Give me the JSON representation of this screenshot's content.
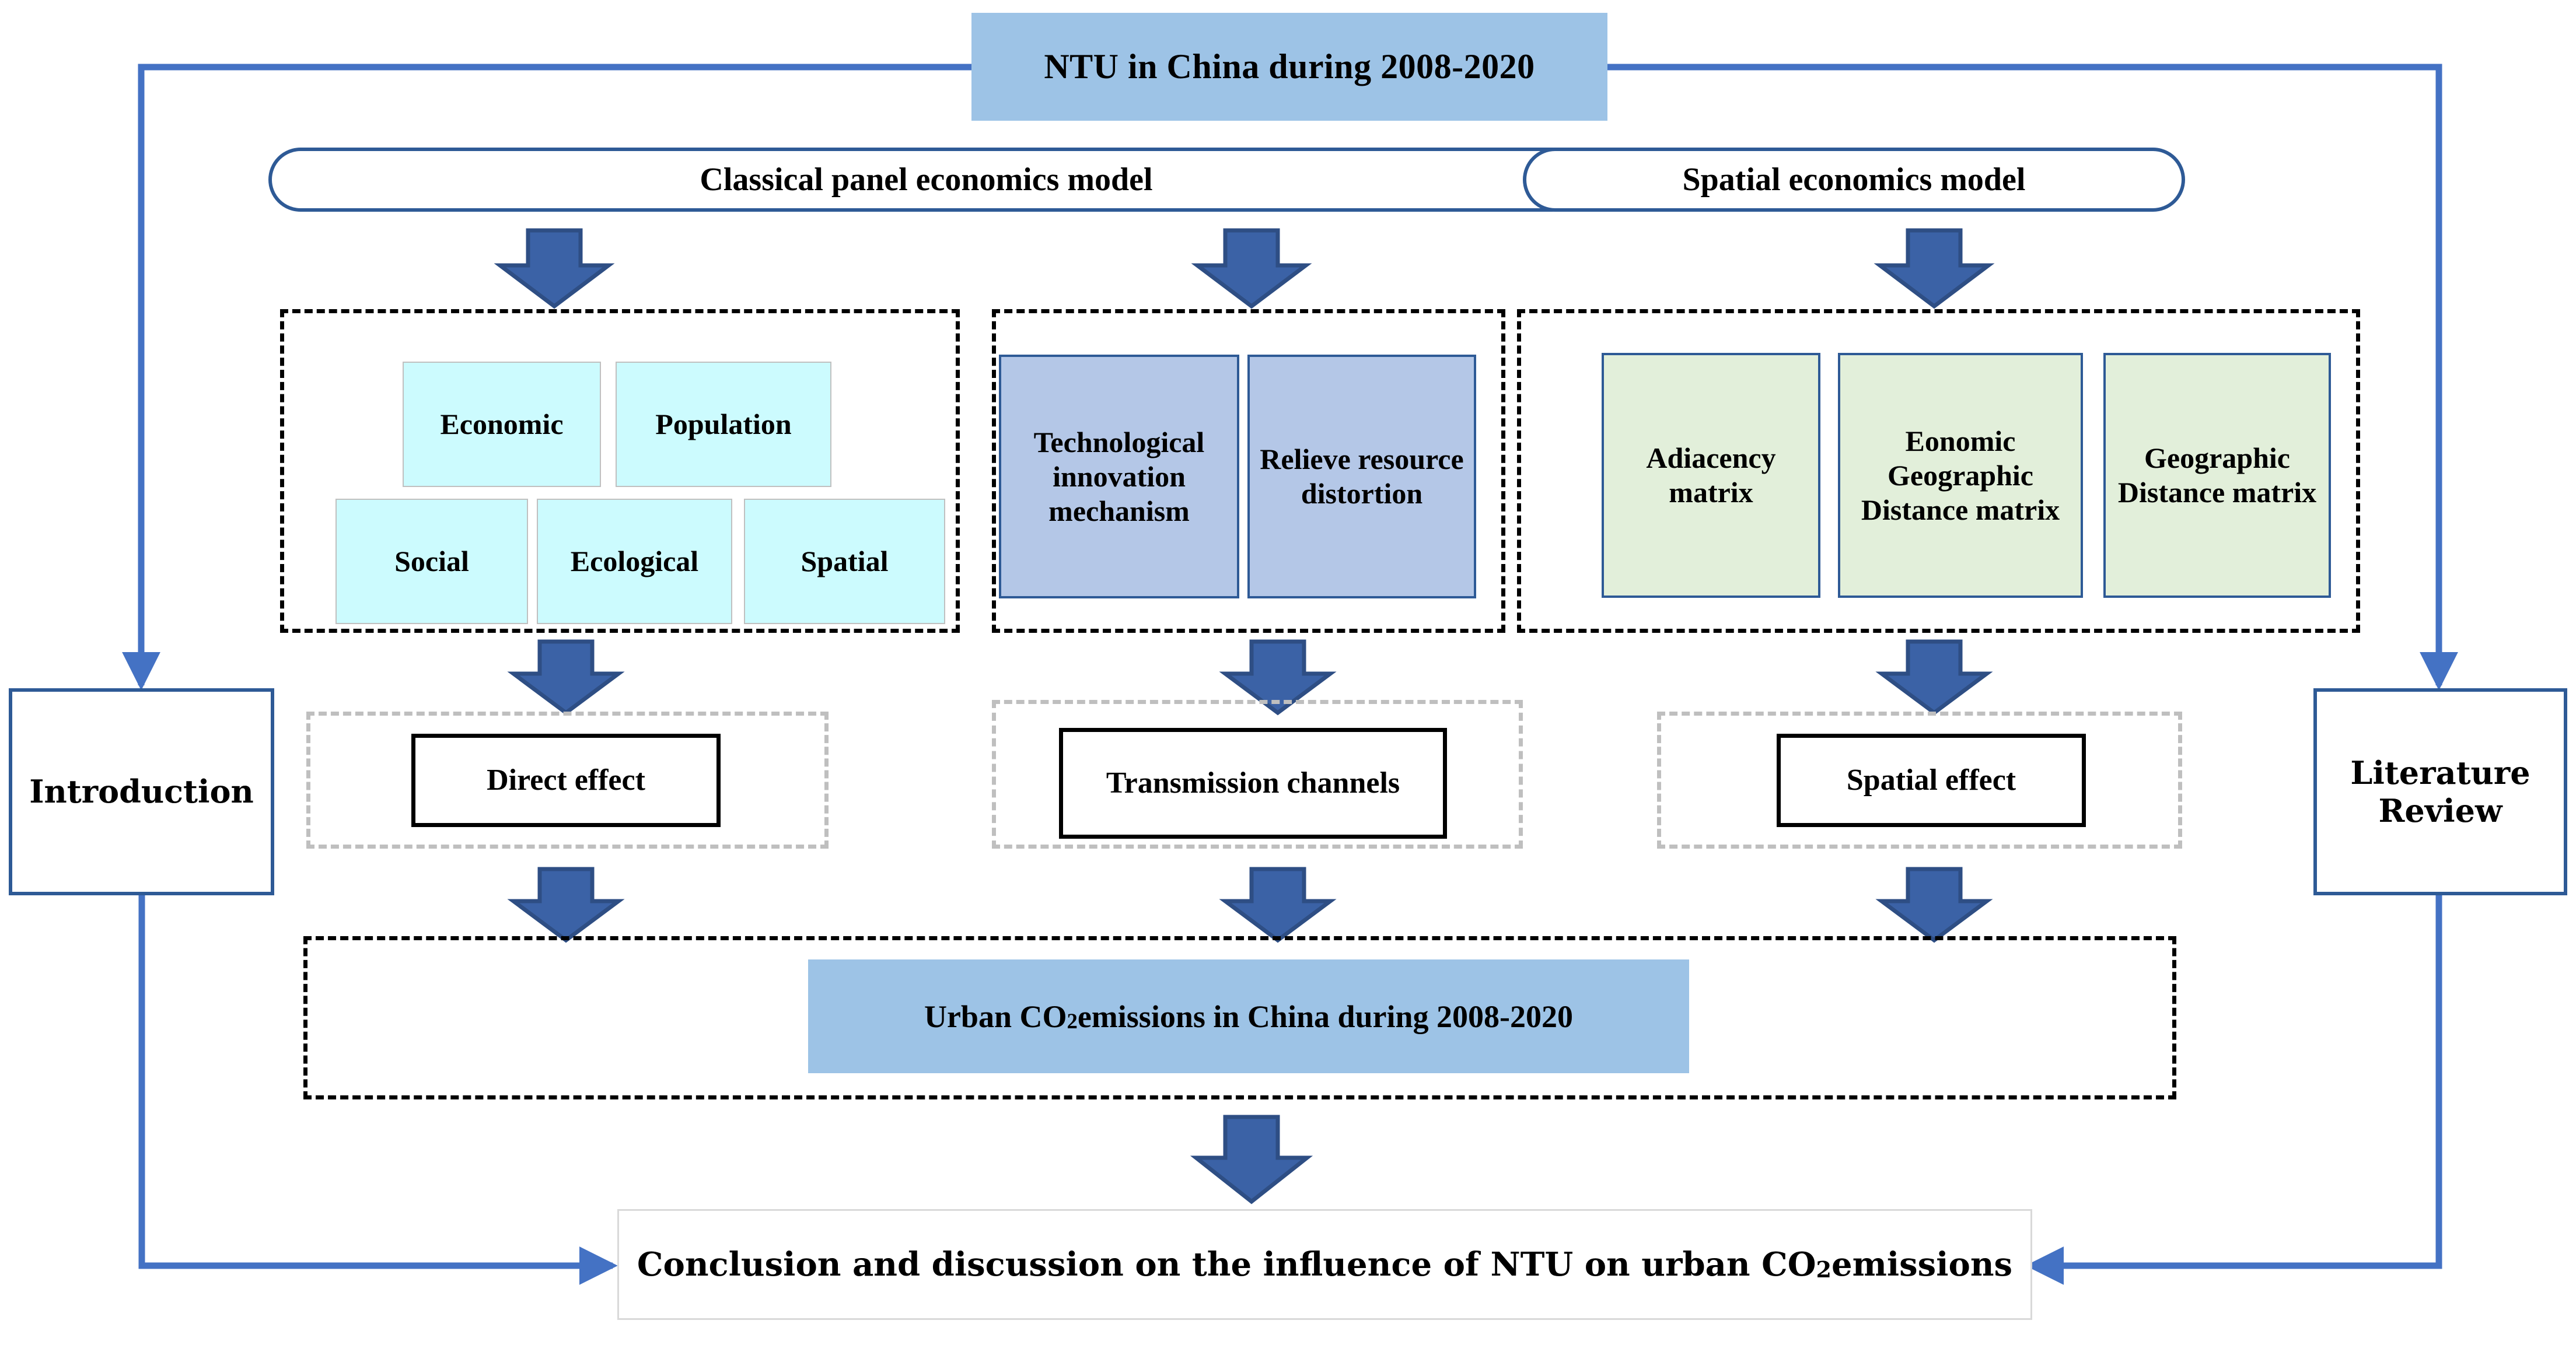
{
  "title_box": {
    "label": "NTU  in China during 2008-2020"
  },
  "models": [
    {
      "label": "Classical panel economics model"
    },
    {
      "label": "Spatial economics model"
    }
  ],
  "groups": [
    {
      "name": "dimensions-group",
      "chips": [
        {
          "label": "Economic"
        },
        {
          "label": "Population"
        },
        {
          "label": "Social"
        },
        {
          "label": "Ecological"
        },
        {
          "label": "Spatial"
        }
      ]
    },
    {
      "name": "mechanisms-group",
      "chips": [
        {
          "label": "Technological innovation mechanism"
        },
        {
          "label": "Relieve resource distortion"
        }
      ]
    },
    {
      "name": "matrices-group",
      "chips": [
        {
          "label": "Adiacency matrix"
        },
        {
          "label": "Eonomic Geographic Distance matrix"
        },
        {
          "label": "Geographic Distance matrix"
        }
      ]
    }
  ],
  "effects": [
    {
      "label": "Direct effect"
    },
    {
      "label": "Transmission channels"
    },
    {
      "label": "Spatial effect"
    }
  ],
  "outcome": {
    "prefix": "Urban CO",
    "sub": "2",
    "suffix": " emissions in China during 2008-2020"
  },
  "sides": {
    "introduction": "Introduction",
    "literature_review": "Literature Review"
  },
  "conclusion": {
    "prefix": "Conclusion and discussion on the influence of NTU on urban CO",
    "sub": "2",
    "suffix": " emissions"
  },
  "colors": {
    "accent_blue": "#9DC3E6",
    "line_blue": "#4472C4",
    "arrow_fill": "#3B62A6",
    "arrow_stroke": "#2E4E84",
    "border_blue": "#2E5A96",
    "chip_cyan": "#CCFBFE",
    "chip_blue": "#B4C7E7",
    "chip_green": "#E2EFDA",
    "dash_black": "#000000",
    "dash_gray": "#BFBFBF"
  }
}
